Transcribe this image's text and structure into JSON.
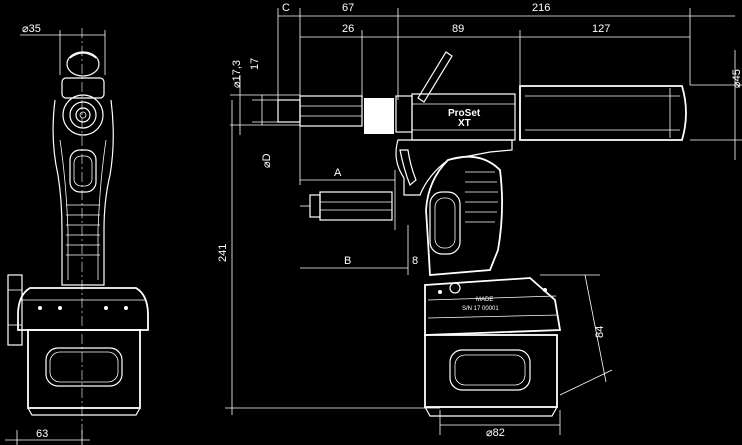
{
  "dimensions": {
    "c_label": "C",
    "d67": "67",
    "d216": "216",
    "d26": "26",
    "d89": "89",
    "d127": "127",
    "dia35": "⌀35",
    "dia45": "⌀45",
    "dia17_3": "⌀17,3",
    "d17": "17",
    "diaD": "⌀D",
    "a_label": "A",
    "b_label": "B",
    "d8": "8",
    "d241": "241",
    "d84": "84",
    "dia82": "⌀82",
    "d63": "63"
  },
  "branding": {
    "brand": "ProSet",
    "model": "XT",
    "plate_line1": "MADE",
    "plate_line2": "S/N 17 00001"
  }
}
